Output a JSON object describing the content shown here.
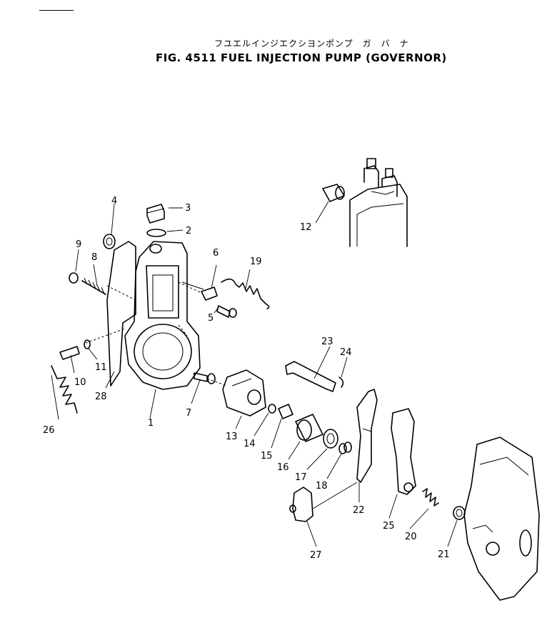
{
  "title": {
    "japanese": "フユエルインジエクシヨンポンプ　ガ　バ　ナ",
    "english": "FIG. 4511  FUEL INJECTION PUMP (GOVERNOR)"
  },
  "callouts": [
    "1",
    "2",
    "3",
    "4",
    "5",
    "6",
    "7",
    "8",
    "9",
    "10",
    "11",
    "12",
    "13",
    "14",
    "15",
    "16",
    "17",
    "18",
    "19",
    "20",
    "21",
    "22",
    "23",
    "24",
    "25",
    "26",
    "27",
    "28"
  ]
}
